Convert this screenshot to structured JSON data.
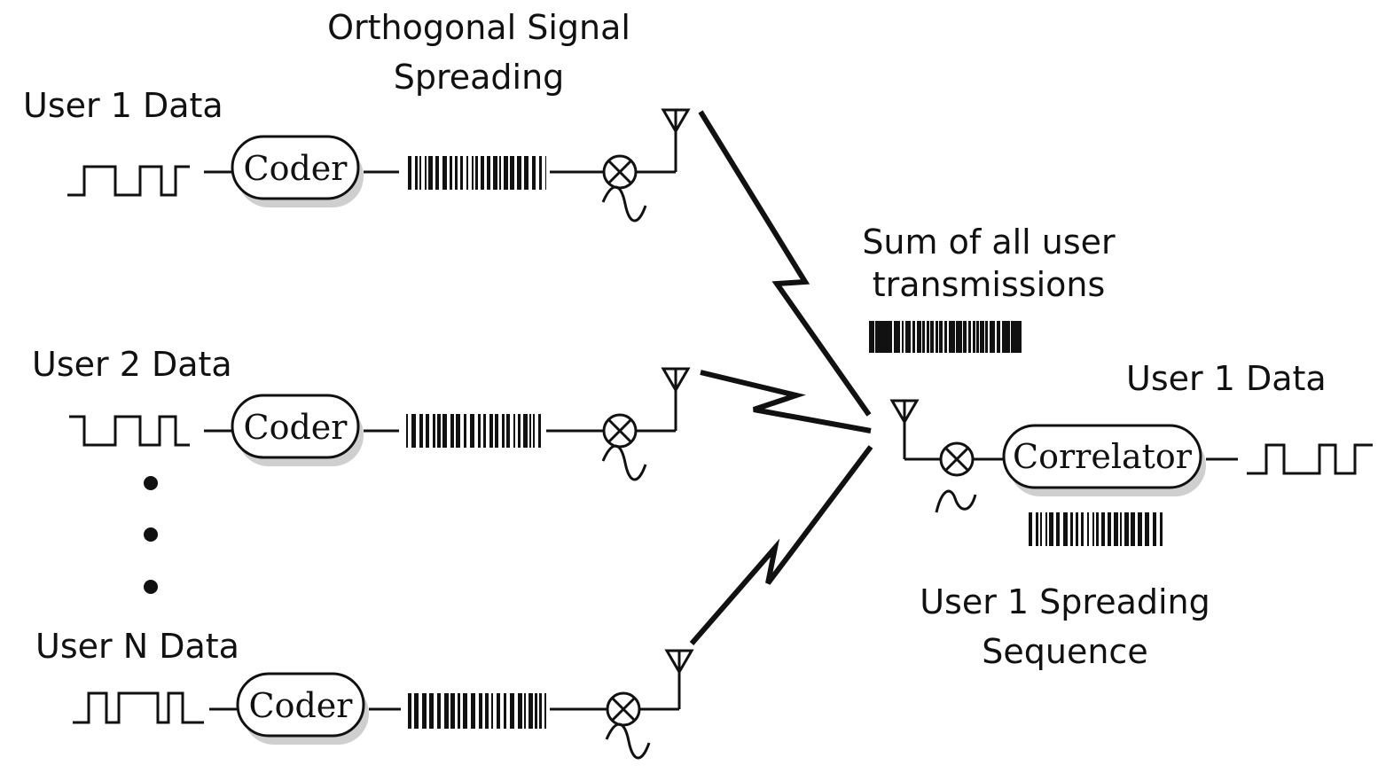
{
  "header": {
    "title_line1": "Orthogonal Signal",
    "title_line2": "Spreading"
  },
  "users": [
    {
      "label": "User 1 Data",
      "coder": "Coder"
    },
    {
      "label": "User 2 Data",
      "coder": "Coder"
    },
    {
      "label": "User N Data",
      "coder": "Coder"
    }
  ],
  "sum": {
    "line1": "Sum of all user",
    "line2": "transmissions"
  },
  "receiver": {
    "correlator": "Correlator",
    "output_label": "User 1 Data",
    "sequence_line1": "User 1 Spreading",
    "sequence_line2": "Sequence"
  },
  "colors": {
    "ink": "#111111",
    "background": "#ffffff"
  }
}
